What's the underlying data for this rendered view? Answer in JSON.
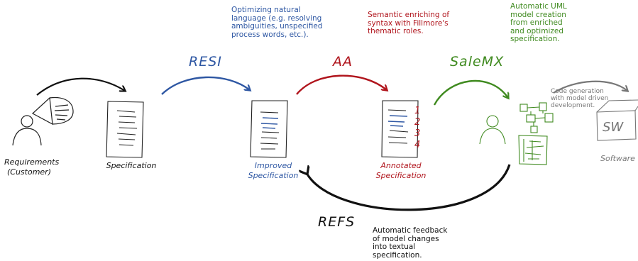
{
  "colors": {
    "ink": "#111111",
    "resi": "#2e57a3",
    "aa": "#b0141c",
    "salemx": "#3f8a1f",
    "codegen": "#777777"
  },
  "labels": {
    "requirements": "Requirements\n(Customer)",
    "specification": "Specification",
    "improved": "Improved\nSpecification",
    "annotated": "Annotated\nSpecification",
    "software": "Software"
  },
  "stages": {
    "resi": "RESI",
    "aa": "AA",
    "salemx": "SaleMX",
    "refs": "REFS"
  },
  "notes": {
    "resi": "Optimizing natural\nlanguage (e.g. resolving\nambiguities, unspecified\nprocess words, etc.).",
    "aa": "Semantic enriching of\nsyntax with Fillmore's\nthematic roles.",
    "salemx": "Automatic UML\nmodel creation\nfrom enriched\nand optimized\nspecification.",
    "codegen": "Code generation\nwith model driven\ndevelopment.",
    "refs": "Automatic feedback\nof model changes\ninto textual\nspecification."
  },
  "annotated_numbers": [
    "1",
    "2",
    "3",
    "4"
  ],
  "software_box": "SW",
  "icons": [
    "person-speaking-icon",
    "document-icon",
    "uml-model-icon",
    "software-box-icon"
  ]
}
